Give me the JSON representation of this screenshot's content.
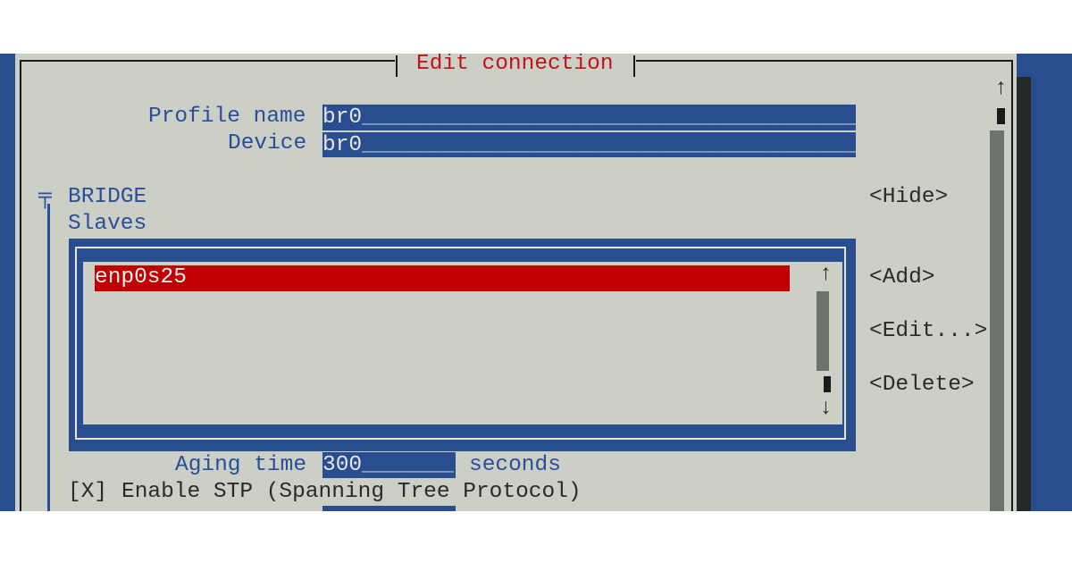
{
  "dialog": {
    "title": "Edit connection"
  },
  "form": {
    "profile_name_label": "Profile name",
    "profile_name_value": "br0",
    "profile_name_fill": "_______________________________________",
    "device_label": "Device",
    "device_value": "br0",
    "device_fill": "_______________________________________"
  },
  "bridge": {
    "section_label": "BRIDGE",
    "hide_button": "<Hide>",
    "slaves_label": "Slaves",
    "slaves": [
      "enp0s25"
    ],
    "add_button": "<Add>",
    "edit_button": "<Edit...>",
    "delete_button": "<Delete>",
    "aging_label": "Aging time",
    "aging_value": "300",
    "aging_fill": "_______",
    "aging_unit": "seconds",
    "stp_checkbox": "[X]",
    "stp_label": "Enable STP (Spanning Tree Protocol)"
  },
  "icons": {
    "up": "↑",
    "down": "↓",
    "tree": "╤"
  },
  "colors": {
    "accent": "#284e8f",
    "selected": "#c00000",
    "title": "#c0141b"
  }
}
